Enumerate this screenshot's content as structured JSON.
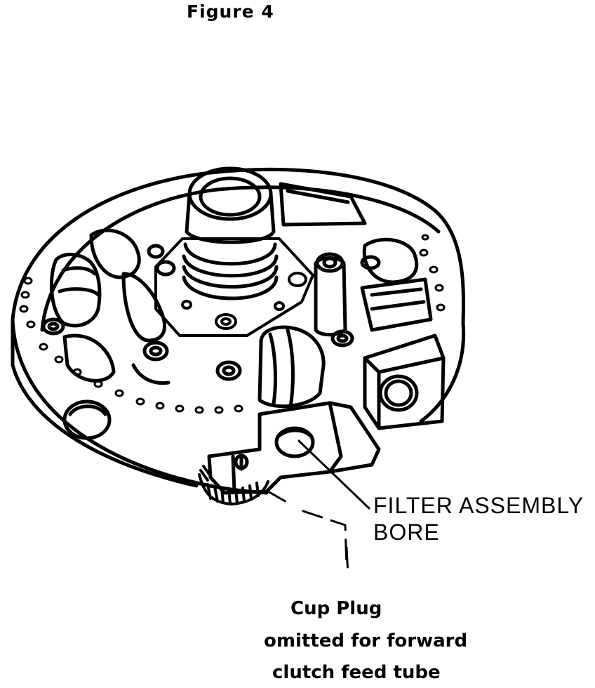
{
  "figure": {
    "title": "Figure 4"
  },
  "callouts": {
    "filter_assembly_bore_line1": "FILTER ASSEMBLY",
    "filter_assembly_bore_line2": "BORE"
  },
  "note": {
    "line1": "Cup Plug",
    "line2": "omitted for forward",
    "line3": "clutch feed tube"
  }
}
